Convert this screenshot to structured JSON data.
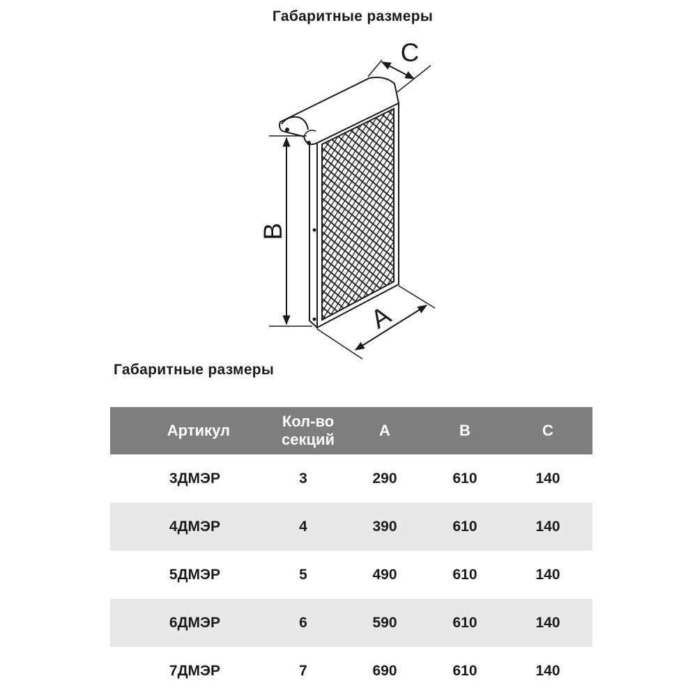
{
  "page": {
    "top_title": "Габаритные размеры",
    "table_title": "Габаритные размеры"
  },
  "drawing": {
    "dimension_labels": {
      "a": "A",
      "b": "B",
      "c": "C"
    }
  },
  "table": {
    "headers": {
      "article": "Артикул",
      "sections": "Кол-во\nсекций",
      "a": "A",
      "b": "B",
      "c": "C"
    },
    "rows": [
      {
        "article": "3ДМЭР",
        "sections": "3",
        "a": "290",
        "b": "610",
        "c": "140"
      },
      {
        "article": "4ДМЭР",
        "sections": "4",
        "a": "390",
        "b": "610",
        "c": "140"
      },
      {
        "article": "5ДМЭР",
        "sections": "5",
        "a": "490",
        "b": "610",
        "c": "140"
      },
      {
        "article": "6ДМЭР",
        "sections": "6",
        "a": "590",
        "b": "610",
        "c": "140"
      },
      {
        "article": "7ДМЭР",
        "sections": "7",
        "a": "690",
        "b": "610",
        "c": "140"
      }
    ],
    "colors": {
      "header_bg": "#7e7e7e",
      "header_text": "#ffffff",
      "shade_row": "#e8e8e8"
    }
  }
}
